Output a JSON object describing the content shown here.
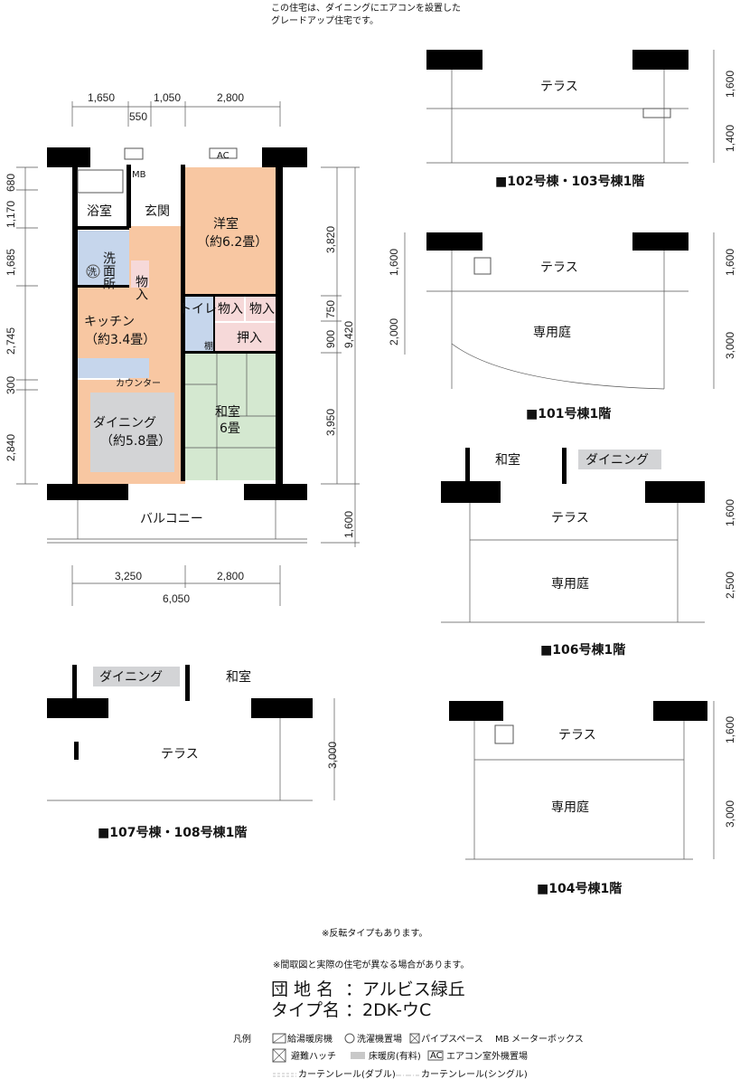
{
  "header_note": [
    "この住宅は、ダイニングにエアコンを設置した",
    "グレードアップ住宅です。"
  ],
  "colors": {
    "room_orange": "#f8c7a2",
    "room_blue": "#c6d6ec",
    "room_pink": "#f6d9d9",
    "room_green": "#d4e8d0",
    "floor_heating_gray": "#d3d4d6"
  },
  "main_plan": {
    "rooms": {
      "bath": "浴室",
      "entrance": "玄関",
      "western_room": "洋室",
      "western_size": "（約6.2畳）",
      "washroom": "洗面所",
      "storage": "物入",
      "kitchen": "キッチン",
      "kitchen_size": "（約3.4畳）",
      "toilet": "トイレ",
      "storage2": "物入",
      "storage3": "物入",
      "closet": "押入",
      "shelf": "棚",
      "counter": "カウンター",
      "dining": "ダイニング",
      "dining_size": "（約5.8畳）",
      "japanese_room": "和室",
      "japanese_size": "6畳",
      "balcony": "バルコニー",
      "ac": "AC",
      "mb": "MB",
      "washer": "洗"
    },
    "dims_top": [
      "1,650",
      "1,050",
      "2,800",
      "550"
    ],
    "dims_left": [
      "680",
      "1,170",
      "1,685",
      "2,745",
      "300",
      "2,840"
    ],
    "dims_right": [
      "3,820",
      "750",
      "900",
      "9,420",
      "3,950",
      "1,600"
    ],
    "dims_bottom": [
      "3,250",
      "2,800",
      "6,050"
    ]
  },
  "variants": [
    {
      "caption": "■102号棟・103号棟1階",
      "labels": [
        "テラス"
      ],
      "dims": [
        "1,600",
        "1,400"
      ]
    },
    {
      "caption": "■101号棟1階",
      "labels": [
        "テラス",
        "専用庭"
      ],
      "dims": [
        "1,600",
        "2,000",
        "1,600",
        "3,000"
      ]
    },
    {
      "caption": "■106号棟1階",
      "labels": [
        "和室",
        "ダイニング",
        "テラス",
        "専用庭"
      ],
      "dims": [
        "1,600",
        "2,500"
      ]
    },
    {
      "caption": "■107号棟・108号棟1階",
      "labels": [
        "ダイニング",
        "和室",
        "テラス"
      ],
      "dims": [
        "3,000"
      ]
    },
    {
      "caption": "■104号棟1階",
      "labels": [
        "テラス",
        "専用庭"
      ],
      "dims": [
        "1,600",
        "3,000"
      ]
    }
  ],
  "notes": [
    "※反転タイプもあります。",
    "※間取図と実際の住宅が異なる場合があります。"
  ],
  "info": {
    "estate_label": "団 地 名",
    "estate": "：アルビス緑丘",
    "type_label": "タイプ名",
    "type": "：2DK-ウC"
  },
  "legend": {
    "title": "凡例",
    "items": [
      "給湯暖房機",
      "洗濯機置場",
      "パイプスペース",
      "MB",
      "メーターボックス",
      "避難ハッチ",
      "床暖房(有料)",
      "AC",
      "エアコン室外機置場",
      "カーテンレール(ダブル)",
      "カーテンレール(シングル)"
    ]
  }
}
